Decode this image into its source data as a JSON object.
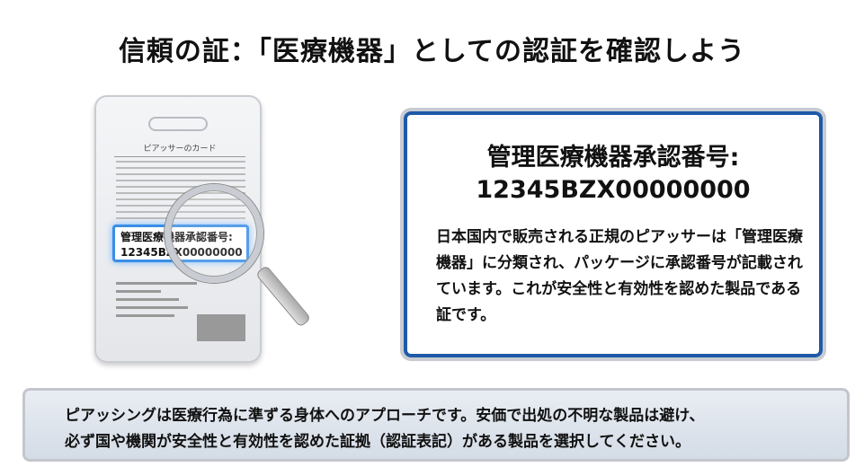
{
  "title": "信頼の証：「医療機器」としての認証を確認しよう",
  "package": {
    "title": "ピアッサーのカード",
    "highlight_line1": "管理医療機器承認番号:",
    "highlight_line2": "12345BZX00000000"
  },
  "callout": {
    "heading_line1": "管理医療機器承認番号:",
    "heading_line2": "12345BZX00000000",
    "body": "日本国内で販売される正規のピアッサーは「管理医療機器」に分類され、パッケージに承認番号が記載されています。これが安全性と有効性を認めた製品である証です。"
  },
  "note": {
    "line1": "ピアッシングは医療行為に準ずる身体へのアプローチです。安価で出処の不明な製品は避け、",
    "line2": "必ず国や機関が安全性と有効性を認めた証拠（認証表記）がある製品を選択してください。"
  },
  "colors": {
    "accent": "#1e5aa8",
    "highlight": "#3a8ee6"
  }
}
